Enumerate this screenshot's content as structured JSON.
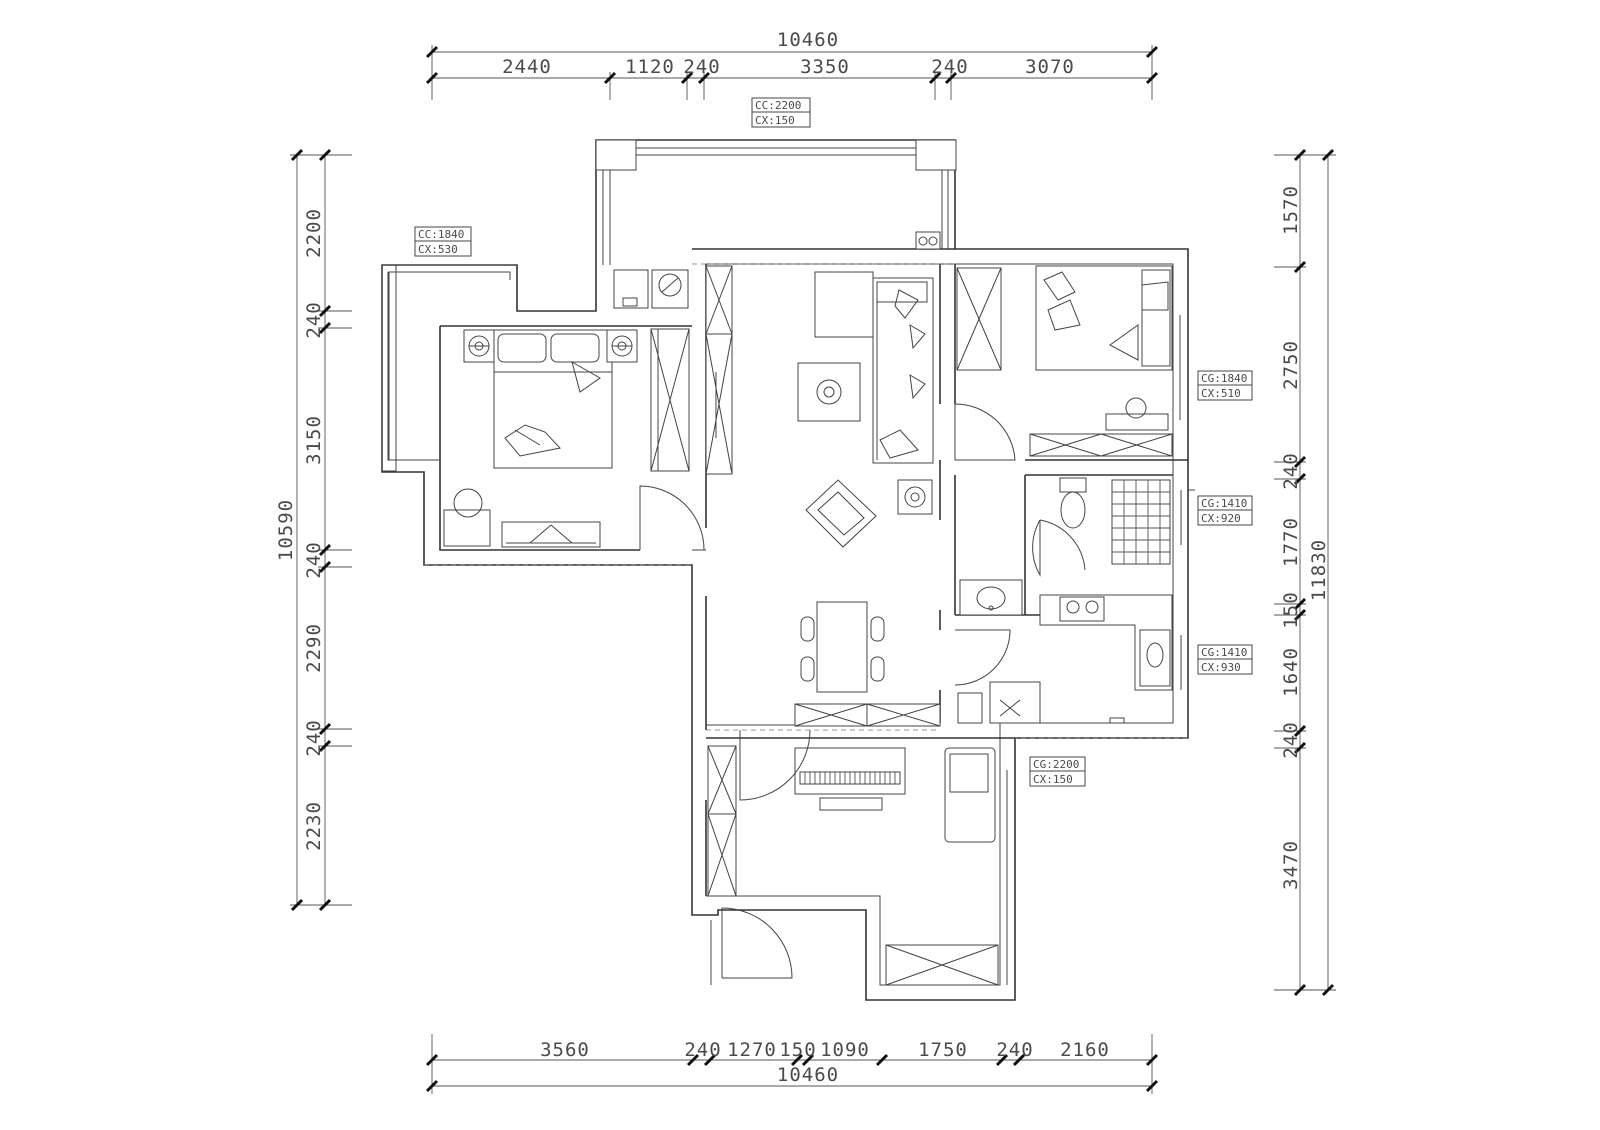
{
  "dimensions": {
    "top_total": "10460",
    "top_segments": [
      "2440",
      "1120",
      "240",
      "3350",
      "240",
      "3070"
    ],
    "bottom_total": "10460",
    "bottom_segments": [
      "3560",
      "240",
      "1270",
      "150",
      "1090",
      "1750",
      "240",
      "2160"
    ],
    "left_total": "10590",
    "left_segments": [
      "2200",
      "240",
      "3150",
      "240",
      "2290",
      "240",
      "2230"
    ],
    "right_total": "11830",
    "right_segments": [
      "1570",
      "2750",
      "240",
      "1770",
      "150",
      "1640",
      "240",
      "3470"
    ]
  },
  "window_tags": [
    {
      "cc": "CC:2200",
      "cx": "CX:150"
    },
    {
      "cc": "CC:1840",
      "cx": "CX:530"
    },
    {
      "cc": "CG:1840",
      "cx": "CX:510"
    },
    {
      "cc": "CG:1410",
      "cx": "CX:920"
    },
    {
      "cc": "CG:1410",
      "cx": "CX:930"
    },
    {
      "cc": "CG:2200",
      "cx": "CX:150"
    }
  ]
}
